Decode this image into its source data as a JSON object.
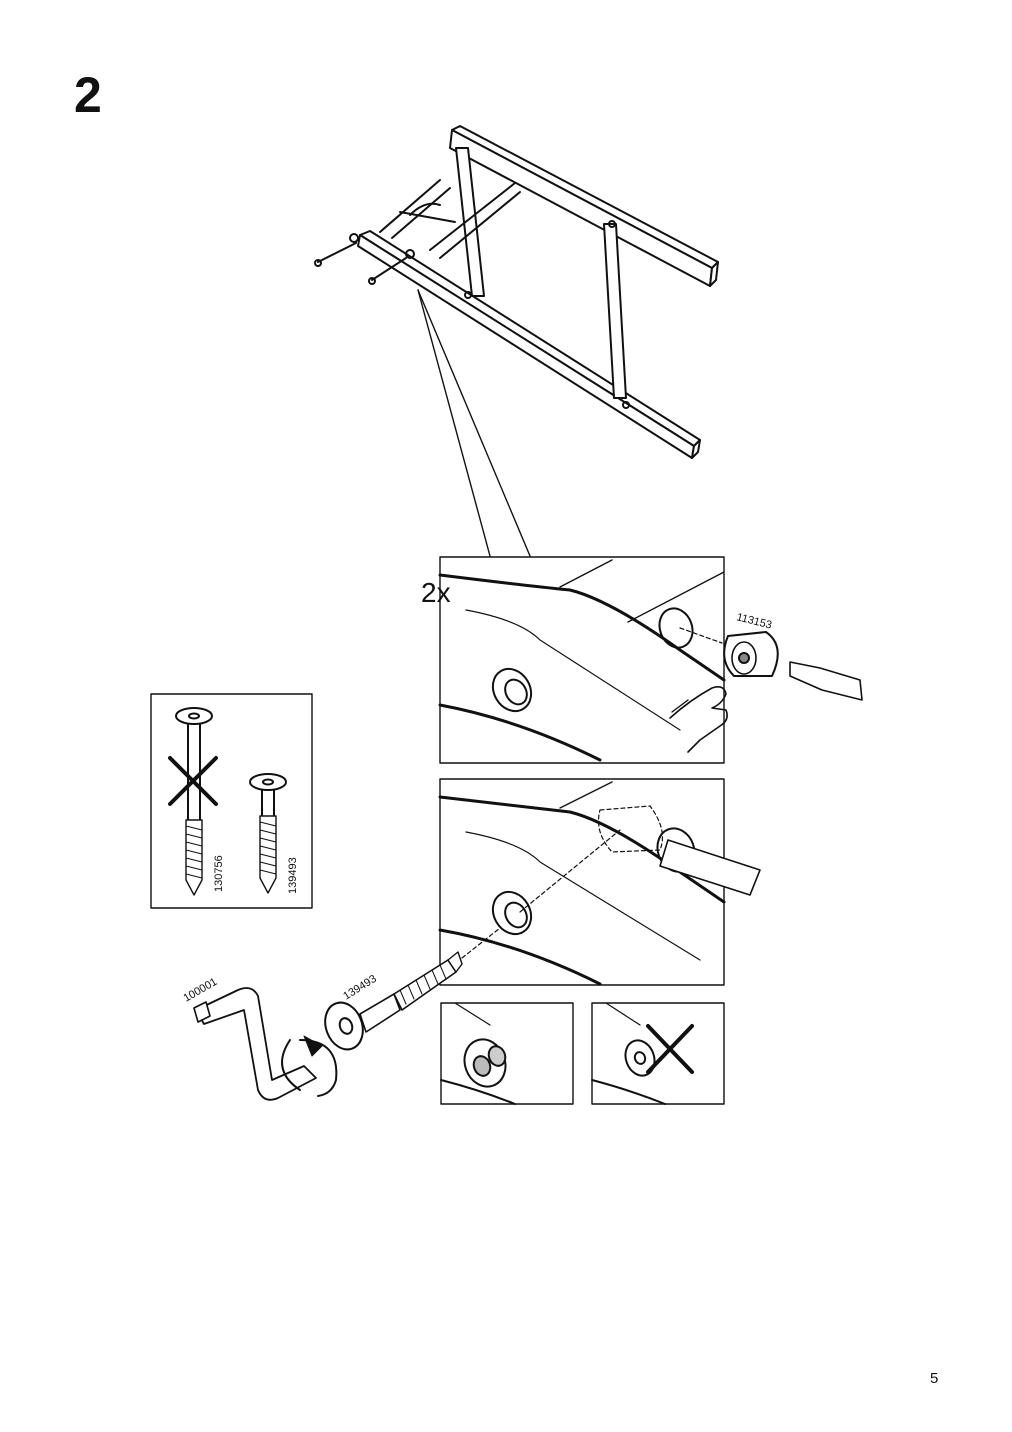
{
  "step": {
    "number": "2"
  },
  "detail": {
    "quantity": "2x"
  },
  "parts": {
    "cam_lock": "113153",
    "bolt_wrong": "130756",
    "bolt_correct": "139493",
    "bolt_callout": "139493",
    "allen_key": "100001"
  },
  "page": {
    "number": "5"
  }
}
